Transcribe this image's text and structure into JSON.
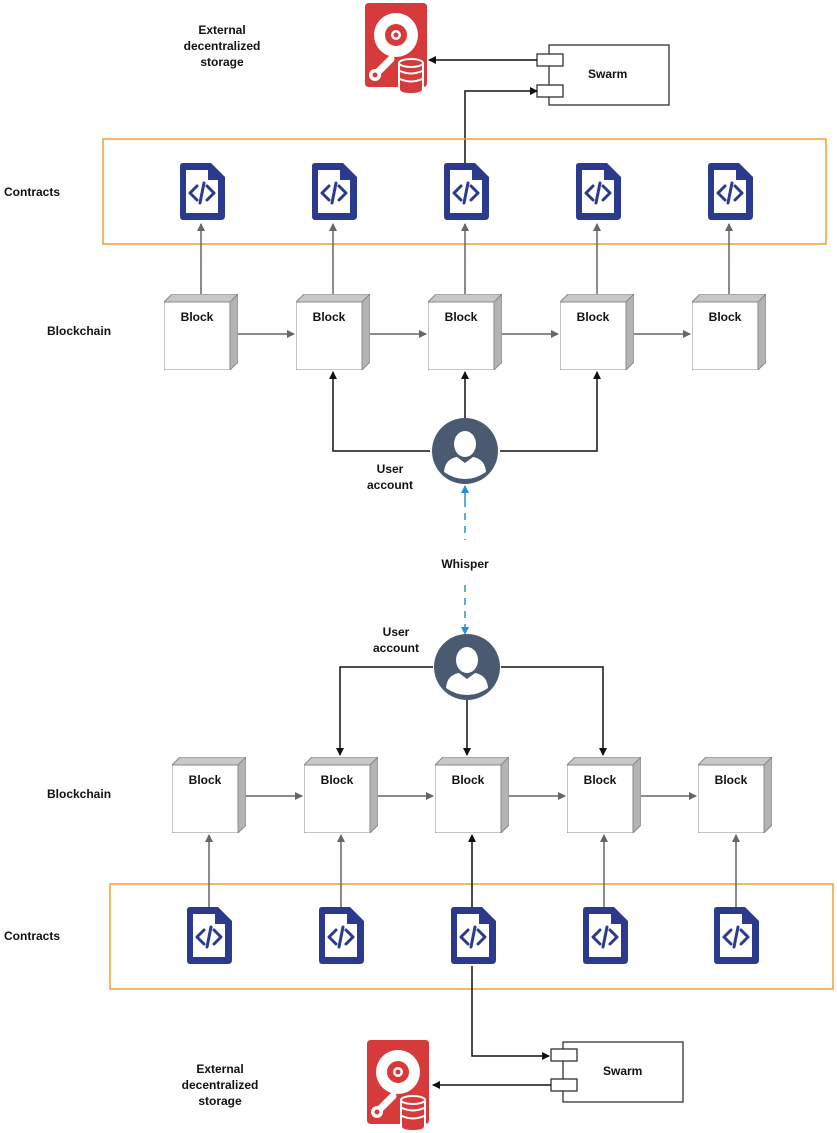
{
  "top": {
    "storage_label_line1": "External",
    "storage_label_line2": "decentralized",
    "storage_label_line3": "storage",
    "swarm_label": "Swarm",
    "contracts_label": "Contracts",
    "blockchain_label": "Blockchain",
    "block_labels": [
      "Block",
      "Block",
      "Block",
      "Block",
      "Block"
    ],
    "user_label_line1": "User",
    "user_label_line2": "account"
  },
  "whisper_label": "Whisper",
  "bottom": {
    "user_label_line1": "User",
    "user_label_line2": "account",
    "blockchain_label": "Blockchain",
    "block_labels": [
      "Block",
      "Block",
      "Block",
      "Block",
      "Block"
    ],
    "contracts_label": "Contracts",
    "swarm_label": "Swarm",
    "storage_label_line1": "External",
    "storage_label_line2": "decentralized",
    "storage_label_line3": "storage"
  },
  "colors": {
    "contracts_border": "#f0a030",
    "contract_icon": "#2b3a8c",
    "user_icon": "#4a5a70",
    "storage_icon": "#d63a3a",
    "whisper_line": "#2a8fd0",
    "arrow_gray": "#666666",
    "arrow_black": "#111111"
  },
  "icons": {
    "contract": "code-file-icon",
    "user": "user-account-icon",
    "storage": "hard-drive-icon",
    "swarm": "component-icon"
  }
}
